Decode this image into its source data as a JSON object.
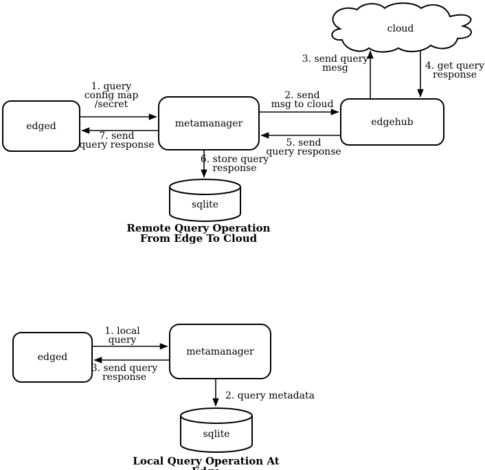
{
  "remote": {
    "title": "Remote Query Operation\nFrom Edge To Cloud",
    "nodes": {
      "edged": "edged",
      "metamanager": "metamanager",
      "edgehub": "edgehub",
      "cloud": "cloud",
      "sqlite": "sqlite"
    },
    "steps": {
      "s1": "1. query\nconfig map\n/secret",
      "s2": "2. send\nmsg to cloud",
      "s3": "3. send query\nmesg",
      "s4": "4. get query\nresponse",
      "s5": "5. send\nquery response",
      "s6": "6. store query\nresponse",
      "s7": "7. send\nquery response"
    }
  },
  "local": {
    "title": "Local Query Operation At Edge",
    "nodes": {
      "edged": "edged",
      "metamanager": "metamanager",
      "sqlite": "sqlite"
    },
    "steps": {
      "s1": "1. local\nquery",
      "s2": "2. query metadata",
      "s3": "3. send query\nresponse"
    }
  },
  "colors": {
    "stroke": "#000000",
    "background": "#ffffff"
  }
}
